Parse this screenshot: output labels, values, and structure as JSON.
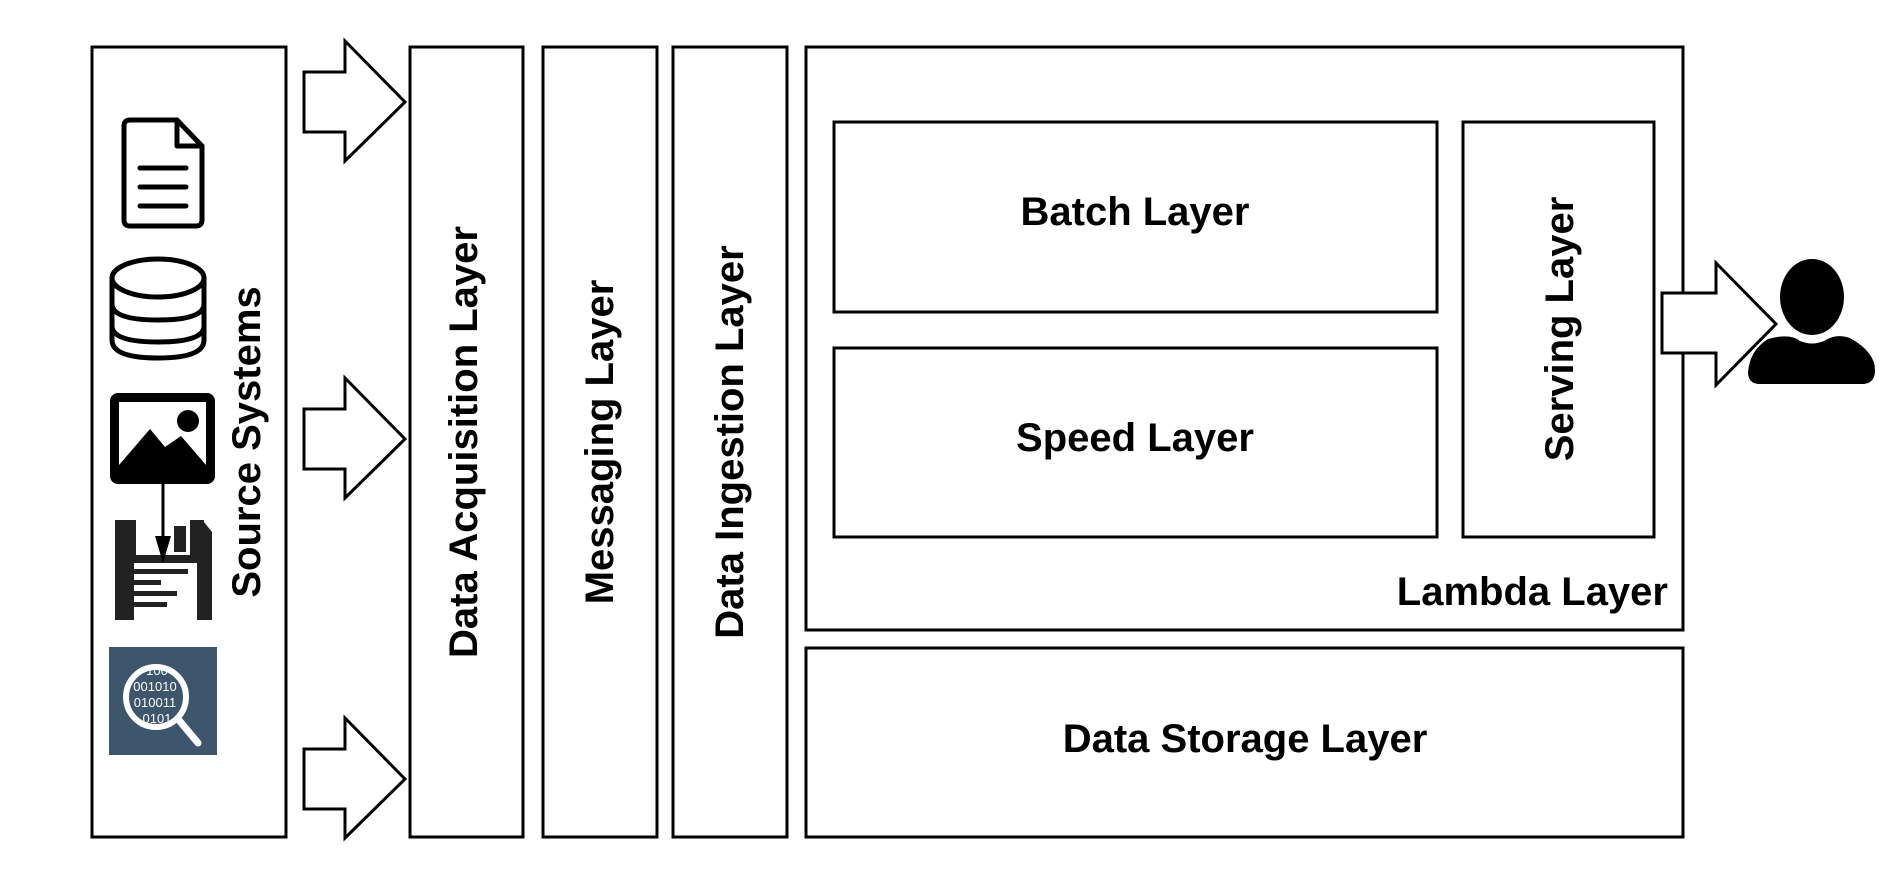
{
  "diagram": {
    "title": "Lambda architecture data pipeline",
    "source_systems": {
      "label": "Source Systems",
      "icons": [
        "document-icon",
        "database-icon",
        "image-icon",
        "floppy-save-icon",
        "data-search-icon"
      ],
      "binary_text": [
        "100",
        "001010",
        "010011",
        "0101"
      ]
    },
    "layers": {
      "acquisition": "Data Acquisition Layer",
      "messaging": "Messaging Layer",
      "ingestion": "Data Ingestion Layer",
      "lambda": "Lambda Layer",
      "batch": "Batch Layer",
      "speed": "Speed Layer",
      "serving": "Serving Layer",
      "storage": "Data Storage Layer"
    },
    "consumer": "user-icon",
    "colors": {
      "stroke": "#000000",
      "background": "#ffffff",
      "data_search_bg": "#3d566b"
    }
  }
}
